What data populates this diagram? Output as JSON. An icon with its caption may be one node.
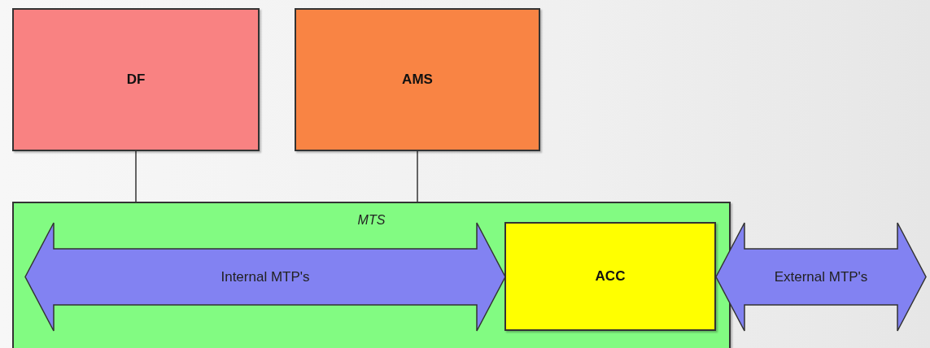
{
  "diagram": {
    "nodes": [
      {
        "text": [
          "DF"
        ]
      },
      {
        "text": [
          "AMS"
        ]
      },
      {
        "text": [
          "MTS"
        ]
      },
      {
        "text": [
          "Internal MTP's"
        ],
        "in": 2
      },
      {
        "text": [
          "ACC"
        ],
        "in": 2
      },
      {
        "text": [
          "External MTP's"
        ]
      }
    ],
    "edges": [
      {
        "from": 0,
        "to": 2,
        "arrow": "none"
      },
      {
        "from": 1,
        "to": 2,
        "arrow": "none"
      }
    ]
  }
}
